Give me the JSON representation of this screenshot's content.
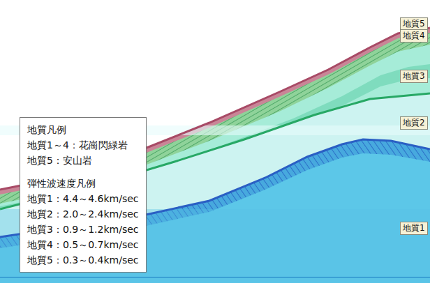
{
  "diagram": {
    "nodes": [
      {
        "text": [
          "地質5"
        ]
      },
      {
        "text": [
          "地質4"
        ]
      },
      {
        "text": [
          "地質3"
        ]
      },
      {
        "text": [
          "地質2"
        ]
      },
      {
        "text": [
          "地質1"
        ]
      },
      {
        "text": [
          "地質凡例",
          "地質1～4：花崗閃緑岩",
          "地質5：安山岩",
          "弾性波速度凡例",
          "地質1：4.4～4.6km/sec",
          "地質2：2.0～2.4km/sec",
          "地質3：0.9～1.2km/sec",
          "地質4：0.5～0.7km/sec",
          "地質5：0.3～0.4km/sec"
        ]
      }
    ]
  }
}
